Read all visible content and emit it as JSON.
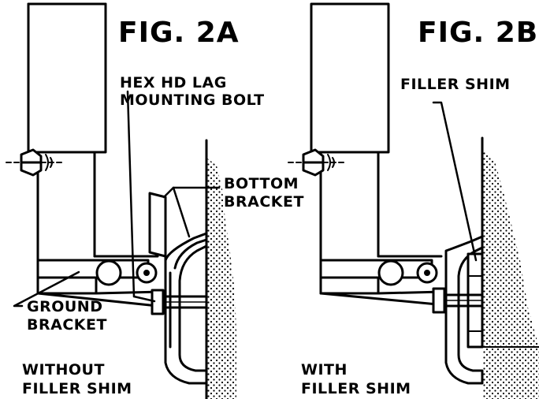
{
  "figures": {
    "a": {
      "title": "FIG. 2A",
      "labels": {
        "bolt_line1": "HEX HD LAG",
        "bolt_line2": "MOUNTING BOLT",
        "bottom_line1": "BOTTOM",
        "bottom_line2": "BRACKET",
        "ground_line1": "GROUND",
        "ground_line2": "BRACKET",
        "caption_line1": "WITHOUT",
        "caption_line2": "FILLER SHIM"
      }
    },
    "b": {
      "title": "FIG. 2B",
      "labels": {
        "shim": "FILLER SHIM",
        "caption_line1": "WITH",
        "caption_line2": "FILLER SHIM"
      }
    }
  },
  "colors": {
    "ink": "#000000",
    "paper": "#ffffff"
  }
}
